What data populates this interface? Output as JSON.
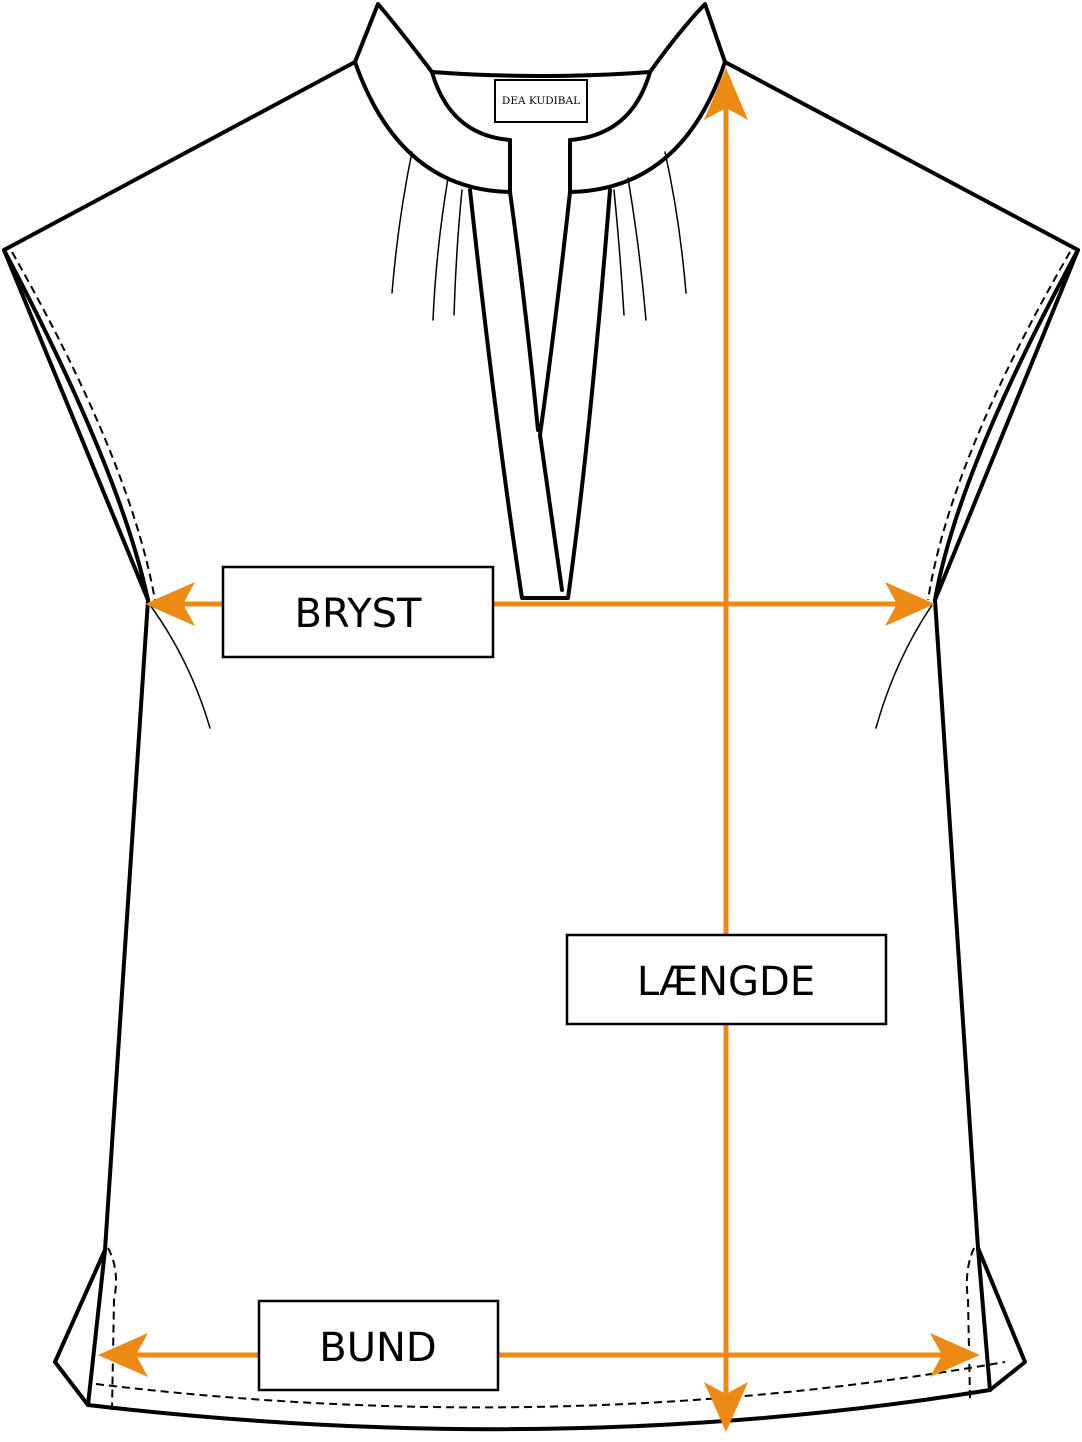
{
  "brand_label": "DEA KUDIBAL",
  "measurements": {
    "chest": "BRYST",
    "length": "LÆNGDE",
    "hem": "BUND"
  },
  "colors": {
    "arrow": "#ec8a14",
    "outline": "#000000",
    "background": "#ffffff"
  }
}
